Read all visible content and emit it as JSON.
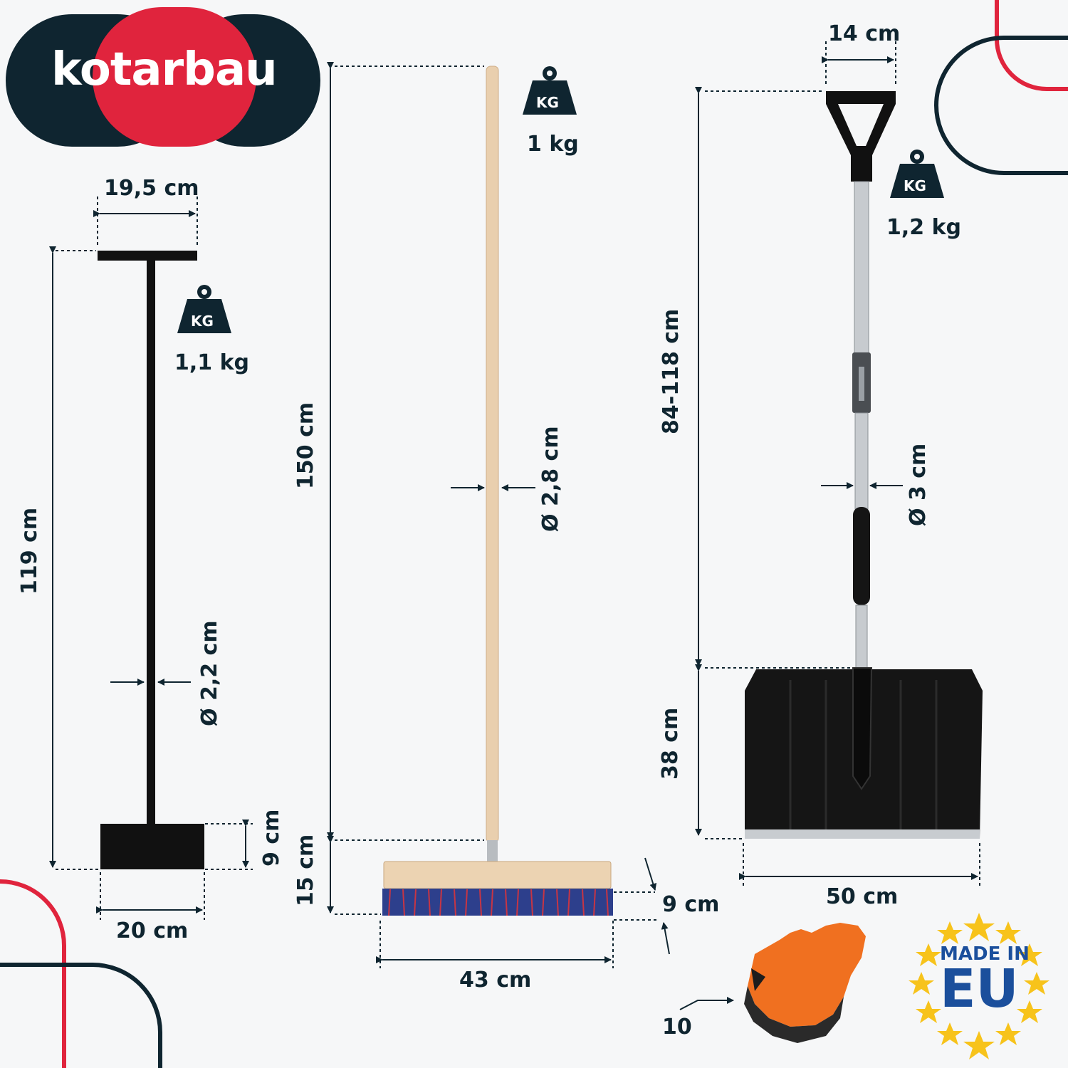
{
  "brand": {
    "name": "kotarbau",
    "colors": {
      "navy": "#0f2530",
      "red": "#e0243d"
    }
  },
  "icons": [
    "weight-kg-icon",
    "made-in-eu-badge",
    "gloves-image"
  ],
  "weight_icon_text": "KG",
  "scraper": {
    "top_width": "19,5 cm",
    "height": "119 cm",
    "weight": "1,1 kg",
    "diameter": "Ø 2,2 cm",
    "blade_height": "9 cm",
    "blade_width": "20 cm"
  },
  "broom": {
    "length": "150 cm",
    "weight": "1 kg",
    "diameter": "Ø 2,8 cm",
    "head_height": "15 cm",
    "head_depth": "9 cm",
    "head_width": "43 cm"
  },
  "shovel": {
    "handle_width": "14 cm",
    "weight": "1,2 kg",
    "handle_length": "84-118 cm",
    "diameter": "Ø 3 cm",
    "blade_height": "38 cm",
    "blade_width": "50 cm"
  },
  "gloves": {
    "size": "10"
  },
  "badge": {
    "line1": "MADE IN",
    "line2": "EU"
  }
}
